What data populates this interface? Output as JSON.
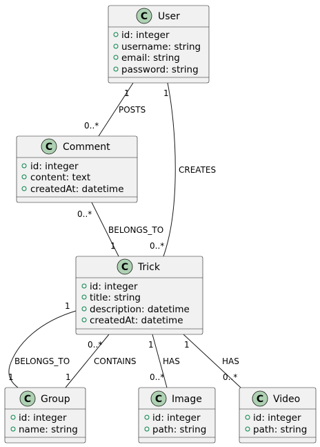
{
  "diagram": {
    "badge_letter": "C",
    "classes": {
      "user": {
        "name": "User",
        "attributes": [
          "id: integer",
          "username: string",
          "email: string",
          "password: string"
        ]
      },
      "comment": {
        "name": "Comment",
        "attributes": [
          "id: integer",
          "content: text",
          "createdAt: datetime"
        ]
      },
      "trick": {
        "name": "Trick",
        "attributes": [
          "id: integer",
          "title: string",
          "description: datetime",
          "createdAt: datetime"
        ]
      },
      "group": {
        "name": "Group",
        "attributes": [
          "id: integer",
          "name: string"
        ]
      },
      "image": {
        "name": "Image",
        "attributes": [
          "id: integer",
          "path: string"
        ]
      },
      "video": {
        "name": "Video",
        "attributes": [
          "id: integer",
          "path: string"
        ]
      }
    },
    "relations": {
      "posts": {
        "label": "POSTS",
        "from_mult": "1",
        "to_mult": "0..*"
      },
      "creates": {
        "label": "CREATES",
        "from_mult": "1",
        "to_mult": "0..*"
      },
      "belongs_to_trick": {
        "label": "BELONGS_TO",
        "from_mult": "0..*",
        "to_mult": "1"
      },
      "belongs_to_group": {
        "label": "BELONGS_TO",
        "from_mult": "1",
        "to_mult": "1"
      },
      "contains": {
        "label": "CONTAINS",
        "from_mult": "0..*",
        "to_mult": "1"
      },
      "has_image": {
        "label": "HAS",
        "from_mult": "1",
        "to_mult": "0..*"
      },
      "has_video": {
        "label": "HAS",
        "from_mult": "1",
        "to_mult": "0..*"
      }
    }
  }
}
